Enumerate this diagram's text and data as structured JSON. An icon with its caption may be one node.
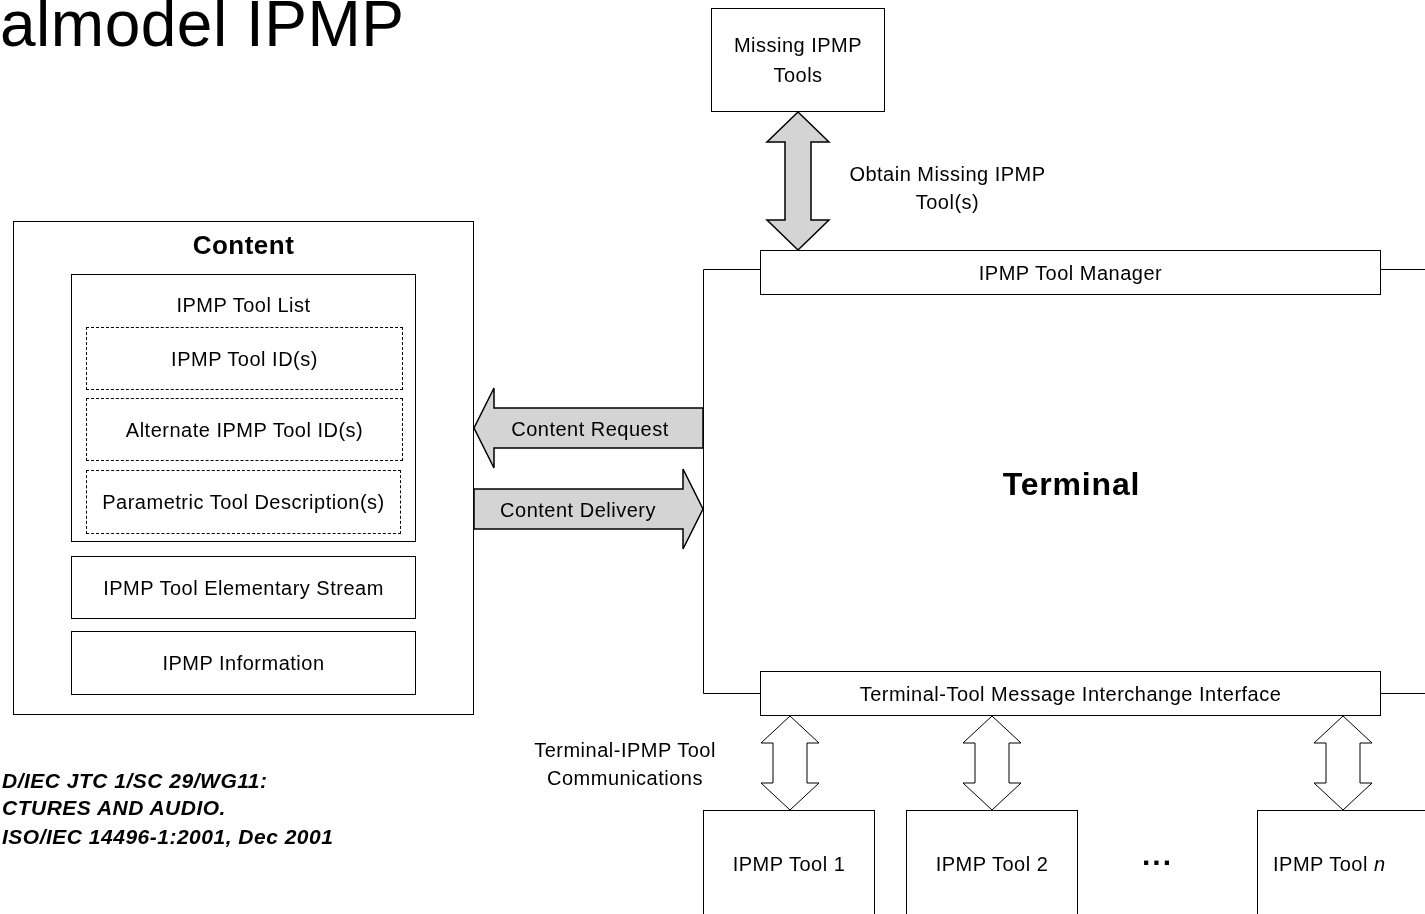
{
  "diagram": {
    "title": "almodel IPMP",
    "nodes": [
      {
        "text": [
          "Missing IPMP Tools"
        ]
      },
      {
        "text": [
          "Content"
        ]
      },
      {
        "text": [
          "IPMP Tool List"
        ],
        "in": 1
      },
      {
        "text": [
          "IPMP Tool ID(s)"
        ],
        "in": 2
      },
      {
        "text": [
          "Alternate IPMP Tool ID(s)"
        ],
        "in": 2
      },
      {
        "text": [
          "Parametric Tool Description(s)"
        ],
        "in": 2
      },
      {
        "text": [
          "IPMP Tool Elementary Stream"
        ],
        "in": 1
      },
      {
        "text": [
          "IPMP Information"
        ],
        "in": 1
      },
      {
        "text": [
          "Terminal"
        ]
      },
      {
        "text": [
          "IPMP Tool Manager"
        ]
      },
      {
        "text": [
          "Terminal-Tool Message Interchange Interface"
        ]
      },
      {
        "text": [
          "IPMP Tool 1"
        ]
      },
      {
        "text": [
          "IPMP Tool 2"
        ]
      },
      {
        "text": [
          "IPMP Tool *n*"
        ]
      }
    ],
    "edges": [
      {
        "from": 0,
        "to": 9,
        "arrow": "both",
        "label": "Obtain Missing IPMP Tool(s)",
        "color": "#d4d4d4"
      },
      {
        "from": 8,
        "to": 1,
        "arrow": "to",
        "label": "Content Request",
        "color": "#d4d4d4"
      },
      {
        "from": 1,
        "to": 8,
        "arrow": "to",
        "label": "Content Delivery",
        "color": "#d4d4d4"
      },
      {
        "from": 10,
        "to": 11,
        "arrow": "both",
        "label": "Terminal-IPMP Tool Communications"
      },
      {
        "from": 10,
        "to": 12,
        "arrow": "both"
      },
      {
        "from": 10,
        "to": 13,
        "arrow": "both"
      }
    ],
    "labels": [
      "D/IEC JTC 1/SC 29/WG11:",
      "CTURES AND AUDIO.",
      "ISO/IEC 14496-1:2001, Dec 2001",
      "..."
    ]
  }
}
